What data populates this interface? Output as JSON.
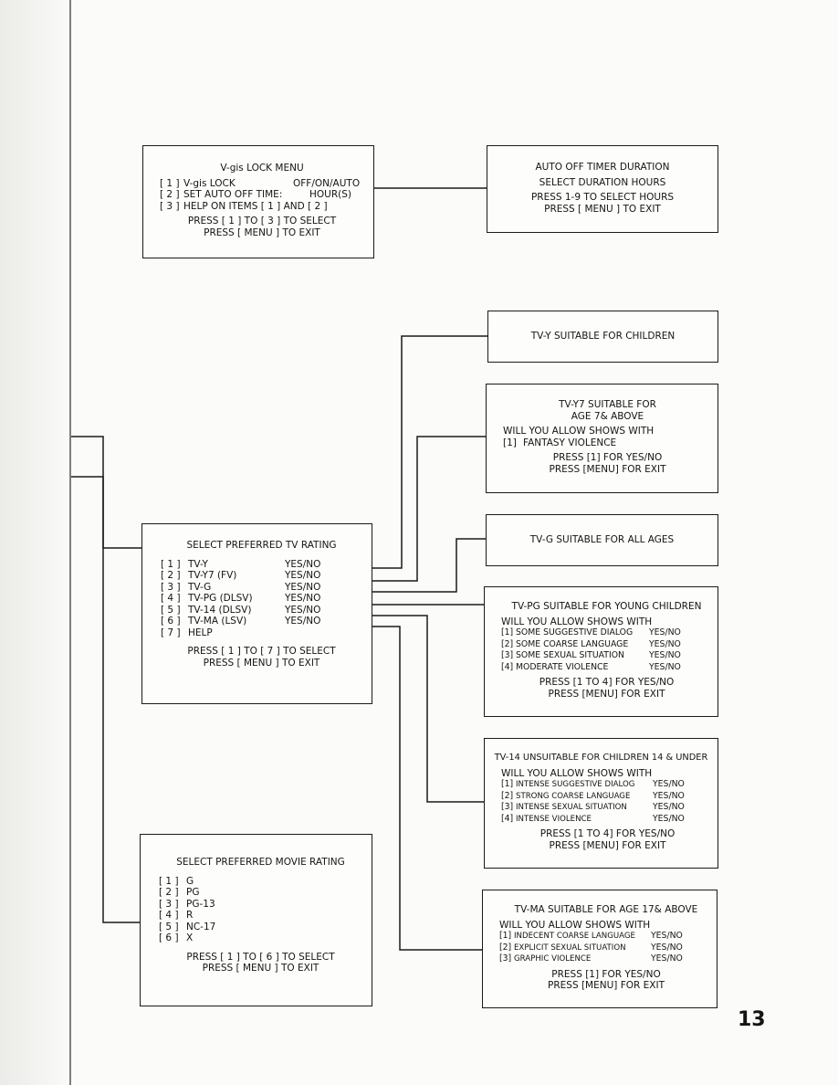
{
  "lock_menu": {
    "title": "V-gis LOCK MENU",
    "items": [
      {
        "num": "[ 1 ]",
        "label": "V-gis LOCK",
        "value": "OFF/ON/AUTO"
      },
      {
        "num": "[ 2 ]",
        "label": "SET AUTO OFF TIME:",
        "value": "HOUR(S)"
      },
      {
        "num": "[ 3 ]",
        "label": "HELP ON ITEMS [ 1 ] AND [ 2 ]",
        "value": ""
      }
    ],
    "footer": [
      "PRESS [ 1 ] TO [ 3 ] TO SELECT",
      "PRESS [ MENU ] TO EXIT"
    ]
  },
  "auto_off": {
    "title": "AUTO OFF TIMER DURATION",
    "subtitle": "SELECT DURATION HOURS",
    "footer": [
      "PRESS 1-9 TO SELECT HOURS",
      "PRESS [ MENU ] TO EXIT"
    ]
  },
  "tv_rating": {
    "title": "SELECT PREFERRED TV RATING",
    "items": [
      {
        "num": "[ 1 ]",
        "label": "TV-Y",
        "value": "YES/NO"
      },
      {
        "num": "[ 2 ]",
        "label": "TV-Y7 (FV)",
        "value": "YES/NO"
      },
      {
        "num": "[ 3 ]",
        "label": "TV-G",
        "value": "YES/NO"
      },
      {
        "num": "[ 4 ]",
        "label": "TV-PG (DLSV)",
        "value": "YES/NO"
      },
      {
        "num": "[ 5 ]",
        "label": "TV-14 (DLSV)",
        "value": "YES/NO"
      },
      {
        "num": "[ 6 ]",
        "label": "TV-MA (LSV)",
        "value": "YES/NO"
      },
      {
        "num": "[ 7 ]",
        "label": "HELP",
        "value": ""
      }
    ],
    "footer": [
      "PRESS [ 1 ] TO [ 7 ] TO SELECT",
      "PRESS [ MENU ] TO EXIT"
    ]
  },
  "movie_rating": {
    "title": "SELECT PREFERRED MOVIE RATING",
    "items": [
      {
        "num": "[ 1 ]",
        "label": "G"
      },
      {
        "num": "[ 2 ]",
        "label": "PG"
      },
      {
        "num": "[ 3 ]",
        "label": "PG-13"
      },
      {
        "num": "[ 4 ]",
        "label": "R"
      },
      {
        "num": "[ 5 ]",
        "label": "NC-17"
      },
      {
        "num": "[ 6 ]",
        "label": "X"
      }
    ],
    "footer": [
      "PRESS [ 1 ] TO [ 6 ] TO SELECT",
      "PRESS [ MENU ] TO EXIT"
    ]
  },
  "tvy": {
    "title": "TV-Y SUITABLE FOR CHILDREN"
  },
  "tvy7": {
    "title": [
      "TV-Y7 SUITABLE FOR",
      "AGE 7& ABOVE"
    ],
    "prompt": "WILL YOU ALLOW SHOWS WITH",
    "items": [
      {
        "num": "[1]",
        "label": "FANTASY VIOLENCE"
      }
    ],
    "footer": [
      "PRESS [1] FOR YES/NO",
      "PRESS [MENU] FOR EXIT"
    ]
  },
  "tvg": {
    "title": "TV-G SUITABLE FOR ALL AGES"
  },
  "tvpg": {
    "title": "TV-PG SUITABLE FOR YOUNG CHILDREN",
    "prompt": "WILL YOU ALLOW SHOWS WITH",
    "items": [
      {
        "num": "[1]",
        "label": "SOME SUGGESTIVE DIALOG",
        "value": "YES/NO"
      },
      {
        "num": "[2]",
        "label": "SOME COARSE LANGUAGE",
        "value": "YES/NO"
      },
      {
        "num": "[3]",
        "label": "SOME SEXUAL SITUATION",
        "value": "YES/NO"
      },
      {
        "num": "[4]",
        "label": "MODERATE VIOLENCE",
        "value": "YES/NO"
      }
    ],
    "footer": [
      "PRESS [1 TO 4] FOR YES/NO",
      "PRESS [MENU] FOR EXIT"
    ]
  },
  "tv14": {
    "title": "TV-14 UNSUITABLE FOR CHILDREN 14 & UNDER",
    "prompt": "WILL YOU ALLOW SHOWS WITH",
    "items": [
      {
        "num": "[1]",
        "label": "INTENSE SUGGESTIVE DIALOG",
        "value": "YES/NO"
      },
      {
        "num": "[2]",
        "label": "STRONG COARSE LANGUAGE",
        "value": "YES/NO"
      },
      {
        "num": "[3]",
        "label": "INTENSE SEXUAL SITUATION",
        "value": "YES/NO"
      },
      {
        "num": "[4]",
        "label": "INTENSE VIOLENCE",
        "value": "YES/NO"
      }
    ],
    "footer": [
      "PRESS [1 TO 4] FOR YES/NO",
      "PRESS [MENU] FOR EXIT"
    ]
  },
  "tvma": {
    "title": "TV-MA SUITABLE FOR AGE 17& ABOVE",
    "prompt": "WILL YOU ALLOW SHOWS WITH",
    "items": [
      {
        "num": "[1]",
        "label": "INDECENT COARSE LANGUAGE",
        "value": "YES/NO"
      },
      {
        "num": "[2]",
        "label": "EXPLICIT SEXUAL SITUATION",
        "value": "YES/NO"
      },
      {
        "num": "[3]",
        "label": "GRAPHIC VIOLENCE",
        "value": "YES/NO"
      }
    ],
    "footer": [
      "PRESS [1] FOR YES/NO",
      "PRESS [MENU] FOR EXIT"
    ]
  },
  "page_number": "13"
}
